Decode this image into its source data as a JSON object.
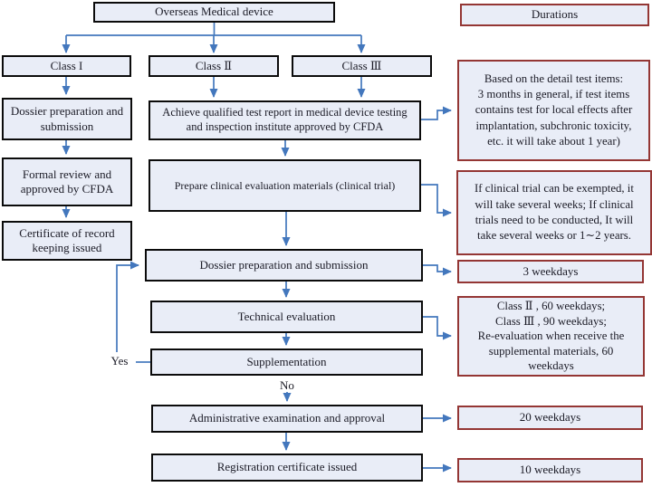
{
  "flow": {
    "root": "Overseas Medical device",
    "class1": "Class I",
    "class2": "Class Ⅱ",
    "class3": "Class Ⅲ",
    "dossier1": "Dossier preparation and\nsubmission",
    "formal": "Formal review and\napproved by CFDA",
    "certificate": "Certificate of record\nkeeping issued",
    "test_report": "Achieve qualified test report in medical device testing\nand inspection institute approved by CFDA",
    "clinical": "Prepare clinical evaluation materials (clinical trial)",
    "dossier2": "Dossier preparation and submission",
    "technical": "Technical evaluation",
    "supplementation": "Supplementation",
    "admin": "Administrative examination and approval",
    "registration": "Registration certificate issued",
    "yes": "Yes",
    "no": "No"
  },
  "durations": {
    "header": "Durations",
    "test_report": "Based on the detail test items:\n3 months in general, if  test items\ncontains test for local effects after\nimplantation, subchronic toxicity,\netc. it will take about 1 year)",
    "clinical": "If clinical trial can  be exempted, it\nwill take several weeks; If clinical\ntrials need to be conducted, It will\ntake several weeks or 1∼2 years.",
    "dossier": "3 weekdays",
    "technical": "Class Ⅱ , 60  weekdays;\nClass Ⅲ , 90  weekdays;\nRe-evaluation when receive the\nsupplemental materials,  60\nweekdays",
    "admin": "20  weekdays",
    "registration": "10  weekdays"
  },
  "colors": {
    "box_fill": "#E9EDF7",
    "box_border": "#0B0B0B",
    "duration_border": "#943634",
    "arrow": "#4377BD",
    "text": "#1B1B26"
  }
}
